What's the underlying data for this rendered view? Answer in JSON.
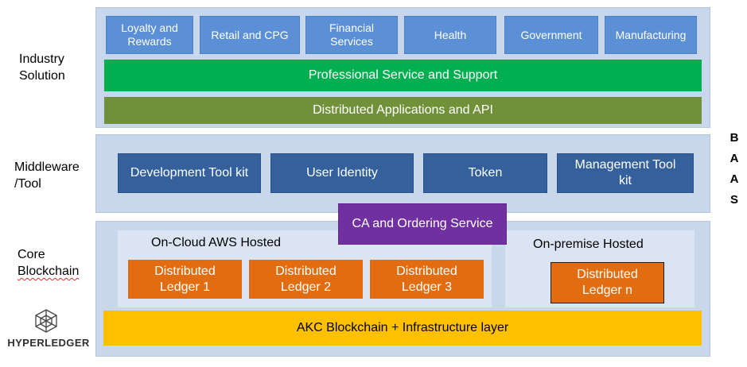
{
  "layers": {
    "industry": {
      "label_line1": "Industry",
      "label_line2": "Solution",
      "boxes": [
        "Loyalty and Rewards",
        "Retail and CPG",
        "Financial Services",
        "Health",
        "Government",
        "Manufacturing"
      ],
      "professional_service": "Professional Service and Support",
      "distributed_apps": "Distributed Applications and API"
    },
    "middleware": {
      "label_line1": "Middleware",
      "label_line2": "/Tool",
      "boxes": [
        "Development Tool kit",
        "User Identity",
        "Token",
        "Management Tool kit"
      ]
    },
    "core": {
      "label_line1": "Core",
      "label_line2": "Blockchain",
      "ca_service": "CA and Ordering Service",
      "cloud_title": "On-Cloud AWS Hosted",
      "cloud_ledgers": [
        "Distributed Ledger 1",
        "Distributed Ledger 2",
        "Distributed Ledger 3"
      ],
      "onprem_title": "On-premise Hosted",
      "onprem_ledger": "Distributed Ledger n",
      "infrastructure": "AKC Blockchain + Infrastructure layer"
    }
  },
  "baas_letters": [
    "B",
    "A",
    "A",
    "S"
  ],
  "logo": {
    "text": "HYPERLEDGER",
    "icon": "hyperledger-hexagon-icon"
  },
  "colors": {
    "layer_bg": "#c9d7ec",
    "industry_box": "#5b8fd6",
    "professional_service": "#00b050",
    "distributed_apps": "#70913a",
    "middleware_box": "#34609c",
    "ca_service": "#7030a0",
    "ledger": "#e26d10",
    "infrastructure": "#ffc000"
  }
}
